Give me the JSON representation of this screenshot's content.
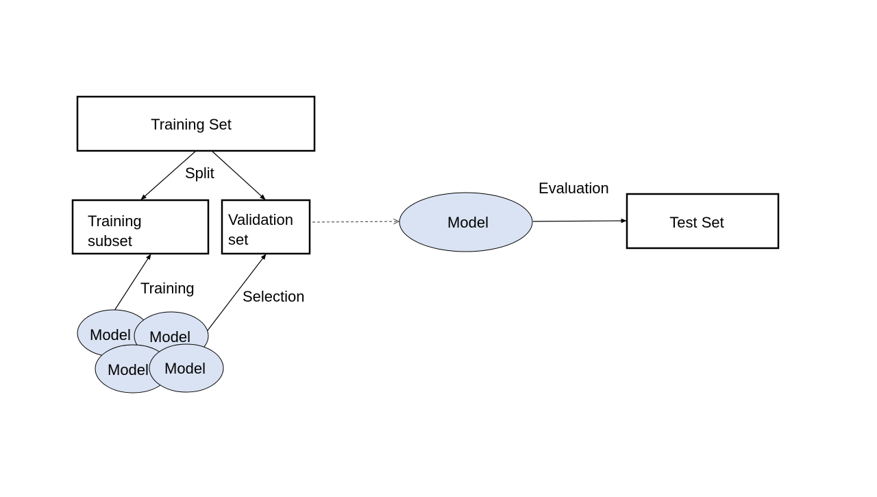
{
  "colors": {
    "stroke": "#000000",
    "box_fill": "#ffffff",
    "ellipse_fill": "#dae3f3",
    "dashed_connector": "#555555"
  },
  "nodes": {
    "training_set": {
      "label": "Training Set"
    },
    "training_subset": {
      "line1": "Training",
      "line2": "subset"
    },
    "validation_set": {
      "line1": "Validation",
      "line2": "set"
    },
    "final_model": {
      "label": "Model"
    },
    "test_set": {
      "label": "Test Set"
    },
    "candidate_models": [
      {
        "label": "Model"
      },
      {
        "label": "Model"
      },
      {
        "label": "Model"
      },
      {
        "label": "Model"
      }
    ]
  },
  "edge_labels": {
    "split": "Split",
    "training": "Training",
    "selection": "Selection",
    "evaluation": "Evaluation"
  }
}
